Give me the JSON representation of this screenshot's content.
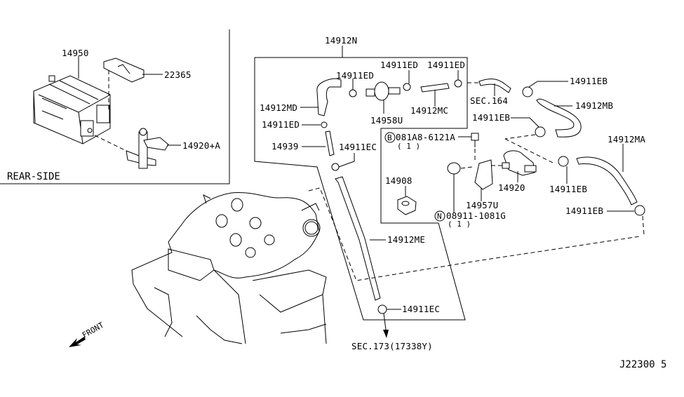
{
  "diagram": {
    "title": "EVAP canister & purge hose diagram",
    "diagram_id": "J22300 5",
    "inset": {
      "label": "REAR-SIDE"
    },
    "front_arrow": {
      "label": "FRONT",
      "icon": "front-direction-arrow-icon"
    },
    "callouts": {
      "c14950": "14950",
      "c22365": "22365",
      "c14920A": "14920+A",
      "c14912N": "14912N",
      "c14911ED_1": "14911ED",
      "c14911ED_2": "14911ED",
      "c14911ED_3": "14911ED",
      "c14911ED_4": "14911ED",
      "c14912MD": "14912MD",
      "c14958U": "14958U",
      "c14912MC": "14912MC",
      "c14939": "14939",
      "c14911EC_1": "14911EC",
      "c14911EC_2": "14911EC",
      "c14912ME": "14912ME",
      "sec164": "SEC.164",
      "c14911EB_1": "14911EB",
      "c14911EB_2": "14911EB",
      "c14911EB_3": "14911EB",
      "c14911EB_4": "14911EB",
      "c14912MB": "14912MB",
      "c14912MA": "14912MA",
      "bolt_b": "081A8-6121A",
      "bolt_b_qty": "( 1 )",
      "bolt_b_mark": "B",
      "nut_n": "08911-1081G",
      "nut_n_qty": "( 1 )",
      "nut_n_mark": "N",
      "c14908": "14908",
      "c14957U": "14957U",
      "c14920": "14920",
      "sec173": "SEC.173(17338Y)"
    }
  }
}
